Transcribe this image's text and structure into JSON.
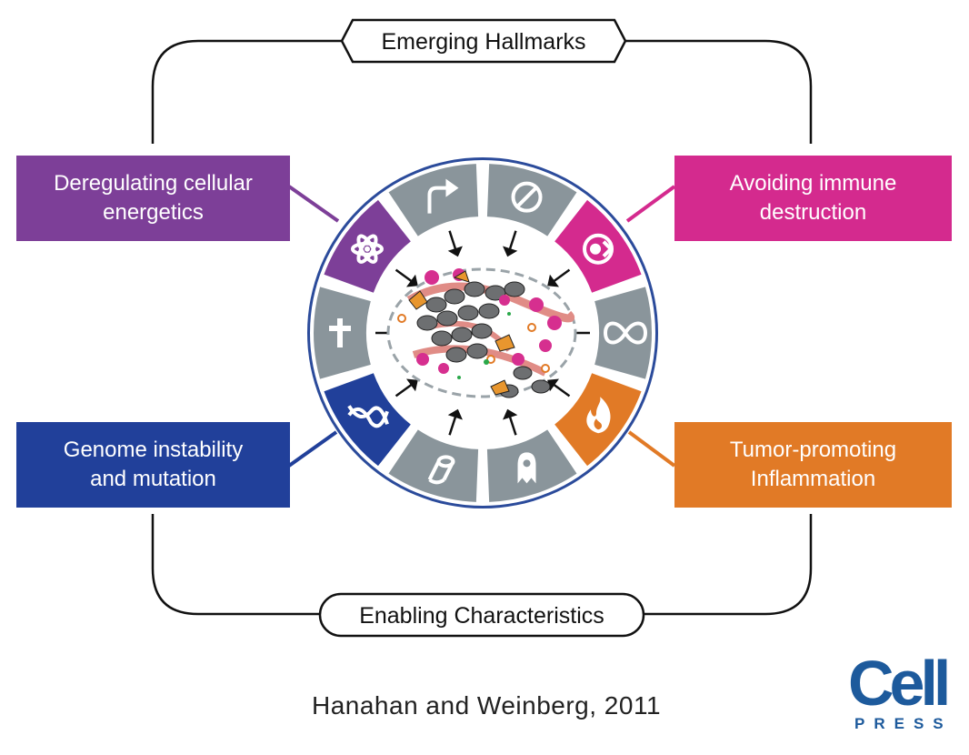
{
  "top_label": "Emerging Hallmarks",
  "bottom_label": "Enabling Characteristics",
  "boxes": {
    "deregulating": "Deregulating cellular\nenergetics",
    "avoiding": "Avoiding immune\ndestruction",
    "genome": "Genome instability\nand mutation",
    "tumor": "Tumor-promoting\nInflammation"
  },
  "citation": "Hanahan and Weinberg, 2011",
  "logo": {
    "word": "Cell",
    "sub": "PRESS"
  },
  "colors": {
    "purple": "#7d3f98",
    "magenta": "#d42a8e",
    "blue": "#21409a",
    "orange": "#e17a26",
    "gray": "#8a959b",
    "ring": "#2b4b9b",
    "cell_blue": "#1d5a9c"
  },
  "icons": {
    "seg_top_left": "arrow-up-right-icon",
    "seg_top_right": "prohibition-icon",
    "seg_upper_right": "immune-cell-icon",
    "seg_right": "infinity-icon",
    "seg_lower_right": "flame-icon",
    "seg_bottom_right": "ghost-cell-icon",
    "seg_bottom_left": "vessel-tube-icon",
    "seg_lower_left": "dna-icon",
    "seg_left": "cross-icon",
    "seg_upper_left": "atom-icon"
  }
}
